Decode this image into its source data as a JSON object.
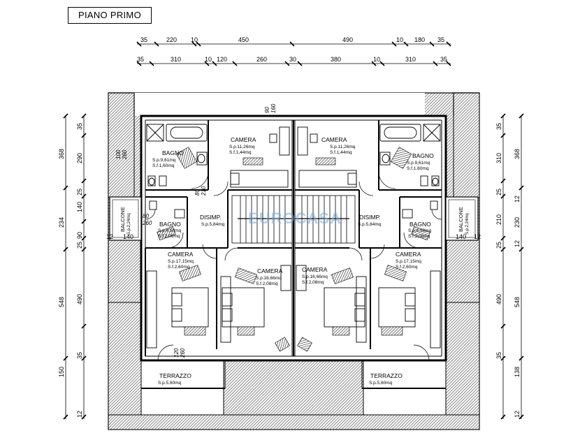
{
  "title": "PIANO PRIMO",
  "watermark": "EUROCASA",
  "colors": {
    "ink": "#000000",
    "roof_hatch": "#555555",
    "watermark": "#78aadc"
  },
  "dimensions": {
    "top_row_1": [
      "35",
      "220",
      "10",
      "450",
      "490",
      "10",
      "180",
      "35"
    ],
    "top_row_2": [
      "35",
      "310",
      "10",
      "120",
      "260",
      "30",
      "380",
      "10",
      "310",
      "35"
    ],
    "left_outer": [
      "368",
      "234",
      "548",
      "150"
    ],
    "left_inner": [
      "35",
      "290",
      "25",
      "140",
      "25",
      "90",
      "490",
      "35",
      "12"
    ],
    "right_outer": [
      "368",
      "230",
      "548",
      "138"
    ],
    "right_inner": [
      "35",
      "310",
      "25",
      "12",
      "210",
      "12",
      "25",
      "490",
      "35",
      "12"
    ],
    "balcone_width": "140",
    "balcone_depth": "12"
  },
  "rooms": [
    {
      "name": "BAGNO",
      "sp": "S.p.9,61mq",
      "sf": "S.f.1,60mq"
    },
    {
      "name": "CAMERA",
      "sp": "S.p.11,26mq",
      "sf": "S.f.1,44mq"
    },
    {
      "name": "CAMERA",
      "sp": "S.p.11,26mq",
      "sf": "S.f.1,44mq"
    },
    {
      "name": "BAGNO",
      "sp": "S.p.9,61mq",
      "sf": "S.f.1,60mq"
    },
    {
      "name": "BALCONE",
      "sp": "S.p.2,24mq",
      "sf": ""
    },
    {
      "name": "BAGNO",
      "sp": "S.p.4,50mq",
      "sf": "S.f.2,08mq"
    },
    {
      "name": "DISIMP.",
      "sp": "S.p.5,84mq",
      "sf": ""
    },
    {
      "name": "DISIMP.",
      "sp": "S.p.5,84mq",
      "sf": ""
    },
    {
      "name": "BAGNO",
      "sp": "S.p.4,50mq",
      "sf": "S.f.2,08mq"
    },
    {
      "name": "BALCONE",
      "sp": "S.p.2,24mq",
      "sf": ""
    },
    {
      "name": "CAMERA",
      "sp": "S.p.17,15mq",
      "sf": "S.f.2,60mq"
    },
    {
      "name": "CAMERA",
      "sp": "S.p.16,66mq",
      "sf": "S.f.2,08mq"
    },
    {
      "name": "CAMERA",
      "sp": "S.p.16,66mq",
      "sf": "S.f.2,08mq"
    },
    {
      "name": "CAMERA",
      "sp": "S.p.17,15mq",
      "sf": "S.f.2,60mq"
    },
    {
      "name": "TERRAZZO",
      "sp": "S.p.5,60mq",
      "sf": ""
    },
    {
      "name": "TERRAZZO",
      "sp": "S.p.5,60mq",
      "sf": ""
    }
  ],
  "door_labels": [
    "80",
    "210",
    "90",
    "160",
    "100",
    "260",
    "120",
    "260",
    "80",
    "260"
  ]
}
